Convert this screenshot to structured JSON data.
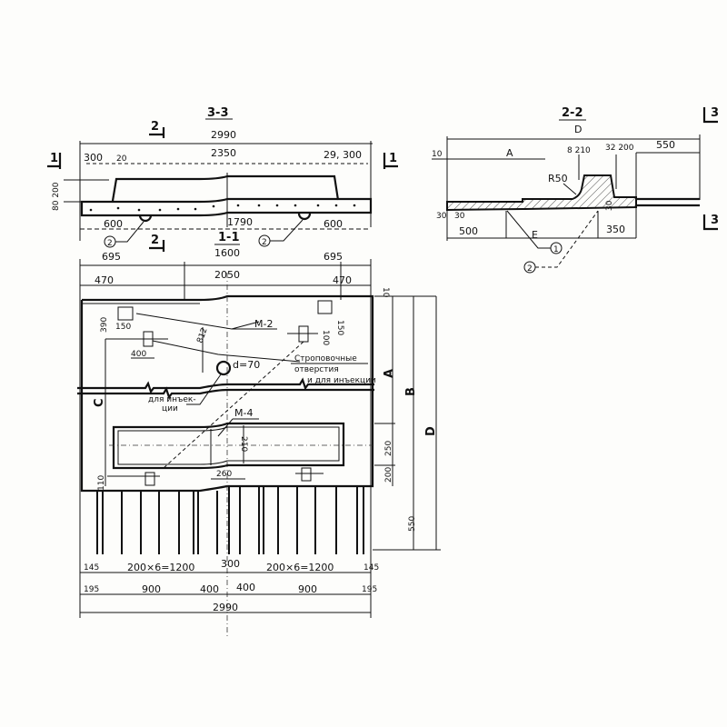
{
  "section_3_3": {
    "title": "3-3",
    "overall": "2990",
    "left_offset": "300",
    "left_small": "20",
    "rib_length": "2350",
    "right_offset": "29, 300",
    "heights": "80 200",
    "cut_1_left": "1",
    "cut_1_right": "1",
    "cut_2_top": "2",
    "cut_2_bottom": "2",
    "left_dist": "600",
    "middle_dist": "1790",
    "right_dist": "600",
    "callout_left": "2",
    "callout_right": "2"
  },
  "section_1_1": {
    "title": "1-1",
    "width": "1600"
  },
  "plan": {
    "top_left": "695",
    "top_right": "695",
    "left_470": "470",
    "mid_2050": "2050",
    "right_470": "470",
    "dim_10": "10",
    "dim_390": "390",
    "dim_150a": "150",
    "dim_400": "400",
    "dim_812": "812",
    "mark_m2": "M-2",
    "dim_150b": "150",
    "dim_100": "100",
    "hole_d": "d=70",
    "note_lifting_1": "Строповочные",
    "note_lifting_2": "отверстия",
    "note_lifting_3": "и для инъекции",
    "note_inject_1": "для инъек-",
    "note_inject_2": "ции",
    "dim_c": "C",
    "mark_m4": "M-4",
    "dim_210": "210",
    "dim_260": "260",
    "dim_110": "110",
    "dim_a": "A",
    "dim_b": "B",
    "dim_d": "D",
    "dim_250": "250",
    "dim_200": "200",
    "dim_550": "550"
  },
  "bottom_dims": {
    "r1": [
      "145",
      "200×6=1200",
      "300",
      "200×6=1200",
      "145"
    ],
    "r2": [
      "195",
      "900",
      "400",
      "400",
      "900",
      "195"
    ],
    "total": "2990"
  },
  "section_2_2": {
    "title": "2-2",
    "overall": "D",
    "cut_3_top": "3",
    "cut_3_bottom": "3",
    "dim_10": "10",
    "dim_a": "A",
    "dim_8_210": "8 210",
    "dim_32_200": "32 200",
    "dim_550": "550",
    "radius": "R50",
    "dim_30a": "30",
    "dim_30b": "30",
    "dim_30c": "30",
    "dim_500": "500",
    "dim_e": "E",
    "dim_350": "350",
    "callout_1": "1",
    "callout_2": "2"
  }
}
